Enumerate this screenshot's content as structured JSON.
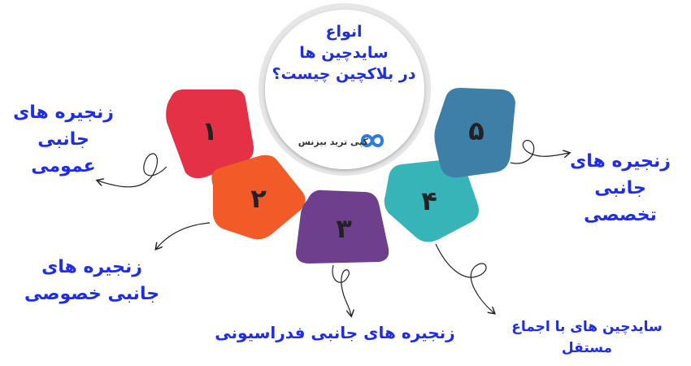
{
  "center": {
    "title_lines": [
      "انواع",
      "سایدچین ها",
      "در بلاکچین چیست؟"
    ],
    "brand_name": "کپی ترید بیزنس",
    "brand_logo": "infinity-logo-icon"
  },
  "segments": [
    {
      "number": "۱",
      "color": "#e43146",
      "label_lines": [
        "زنجیره های",
        "جانبی عمومی"
      ]
    },
    {
      "number": "۲",
      "color": "#f25a28",
      "label_lines": [
        "زنجیره های",
        "جانبی خصوصی"
      ]
    },
    {
      "number": "۳",
      "color": "#6d3f8c",
      "label_lines": [
        "زنجیره های جانبی فدراسیونی"
      ]
    },
    {
      "number": "۴",
      "color": "#37b4b8",
      "label_lines": [
        "سایدچین های با اجماع مستقل"
      ]
    },
    {
      "number": "۵",
      "color": "#3d7fa6",
      "label_lines": [
        "زنجیره های",
        "جانبی تخصصی"
      ]
    }
  ],
  "colors": {
    "label_text": "#1d2cf0",
    "arrow": "#222222",
    "circle_ring": "#dcdcdc"
  }
}
